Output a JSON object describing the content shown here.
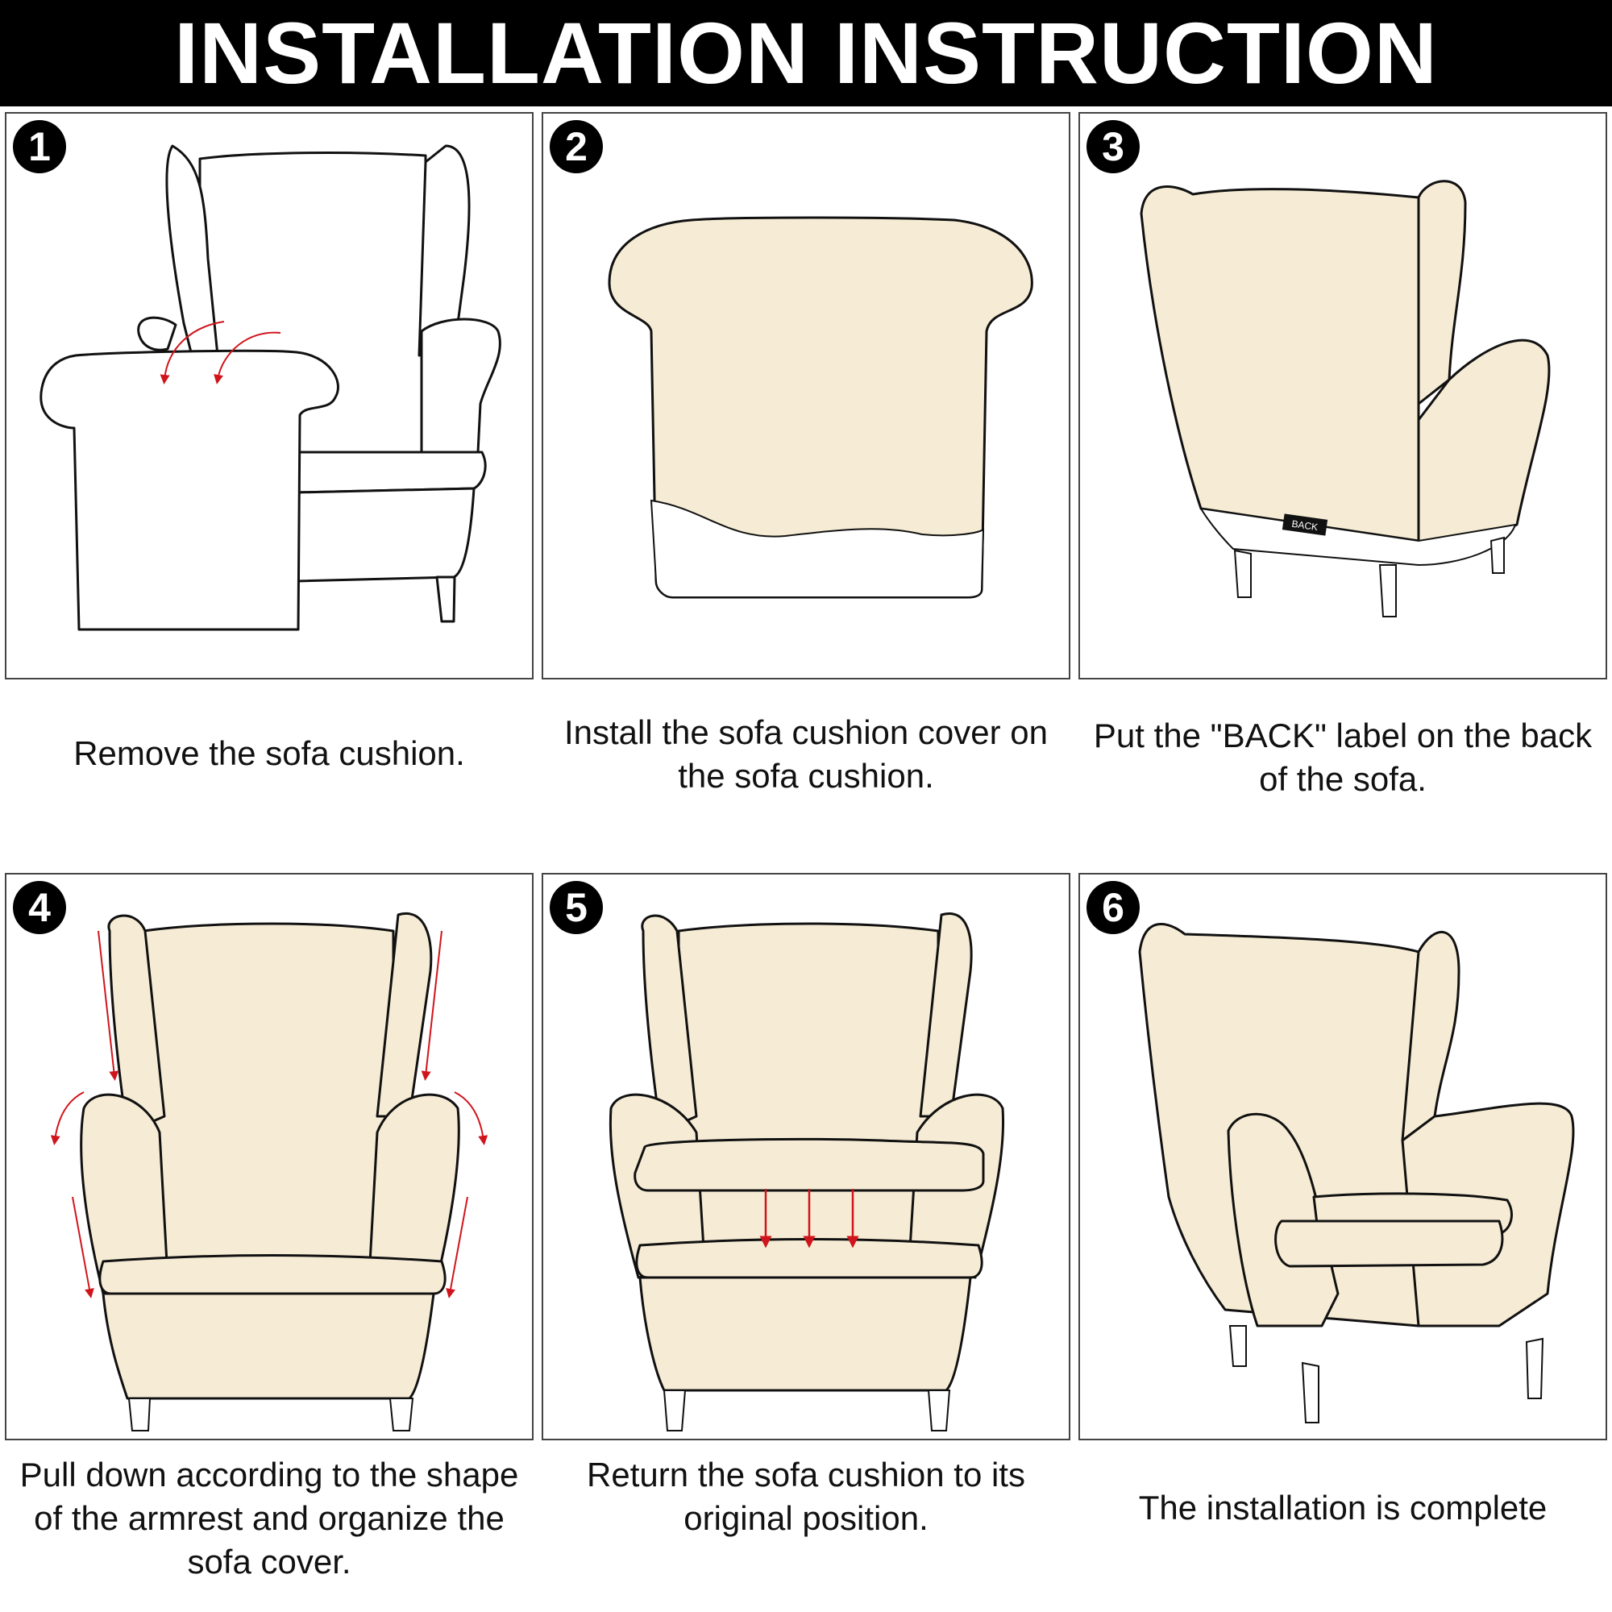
{
  "title": "INSTALLATION INSTRUCTION",
  "colors": {
    "fabric": "#f6ecd5",
    "arrow": "#d0141b",
    "outline": "#111111",
    "header_bg": "#000000"
  },
  "steps": [
    {
      "number": "1",
      "caption": "Remove the sofa cushion."
    },
    {
      "number": "2",
      "caption": "Install the sofa cushion cover on the sofa cushion."
    },
    {
      "number": "3",
      "caption": "Put the \"BACK\" label on the back of the sofa.",
      "label": "BACK"
    },
    {
      "number": "4",
      "caption": "Pull down according to the shape of the armrest and organize the sofa cover."
    },
    {
      "number": "5",
      "caption": "Return the sofa cushion to its original position."
    },
    {
      "number": "6",
      "caption": "The installation is complete"
    }
  ]
}
